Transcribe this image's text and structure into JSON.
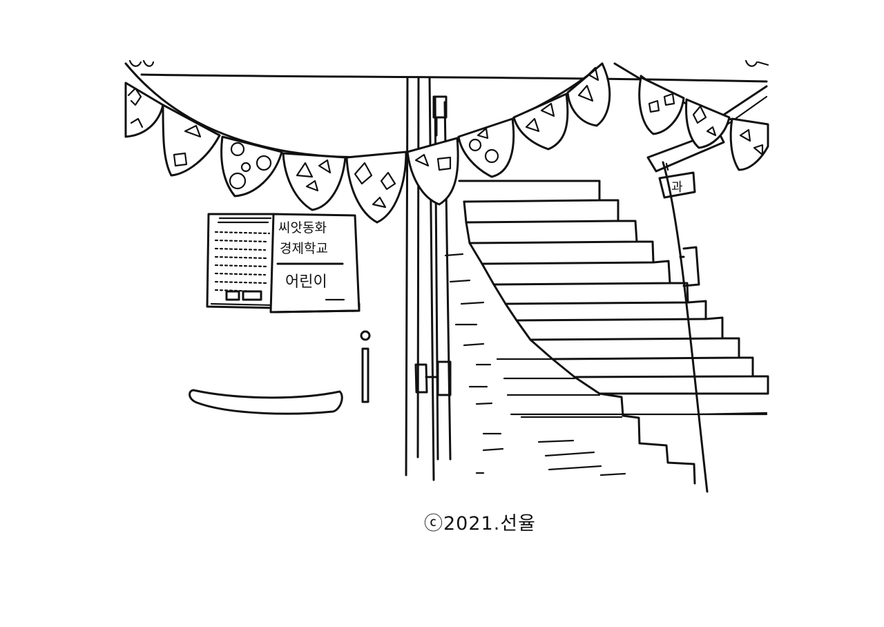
{
  "artwork": {
    "style": "black ink line drawing on white paper",
    "poster": {
      "title_line1": "씨앗동화",
      "title_line2": "경제학교",
      "subtitle": "어린이"
    },
    "sign": {
      "label": "과"
    },
    "credit": "ⓒ2021.선율",
    "colors": {
      "ink": "#111111",
      "paper": "#ffffff"
    }
  }
}
